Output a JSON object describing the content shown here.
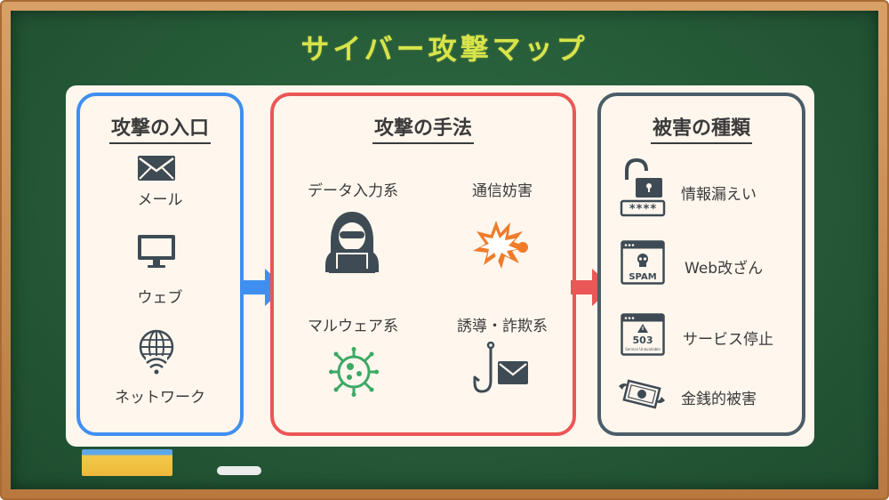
{
  "title": "サイバー攻撃マップ",
  "entry": {
    "heading": "攻撃の入口",
    "items": [
      {
        "label": "メール",
        "icon": "envelope-icon"
      },
      {
        "label": "ウェブ",
        "icon": "monitor-icon"
      },
      {
        "label": "ネットワーク",
        "icon": "globe-wifi-icon"
      }
    ]
  },
  "method": {
    "heading": "攻撃の手法",
    "items": [
      {
        "label": "データ入力系",
        "icon": "hacker-laptop-icon"
      },
      {
        "label": "通信妨害",
        "icon": "explosion-icon"
      },
      {
        "label": "マルウェア系",
        "icon": "virus-icon"
      },
      {
        "label": "誘導・詐欺系",
        "icon": "phishing-hook-icon"
      }
    ]
  },
  "damage": {
    "heading": "被害の種類",
    "items": [
      {
        "label": "情報漏えい",
        "icon": "unlocked-padlock-icon",
        "badge": "****"
      },
      {
        "label": "Web改ざん",
        "icon": "spam-window-icon",
        "badge": "SPAM"
      },
      {
        "label": "サービス停止",
        "icon": "error-503-window-icon",
        "badge": "503",
        "sub": "Service Unavailable"
      },
      {
        "label": "金銭的被害",
        "icon": "flying-money-icon"
      }
    ]
  },
  "colors": {
    "entry": "#3f8ff0",
    "method": "#eb5656",
    "damage": "#4b5d68",
    "title": "#d8e44a",
    "board": "#255a37"
  }
}
